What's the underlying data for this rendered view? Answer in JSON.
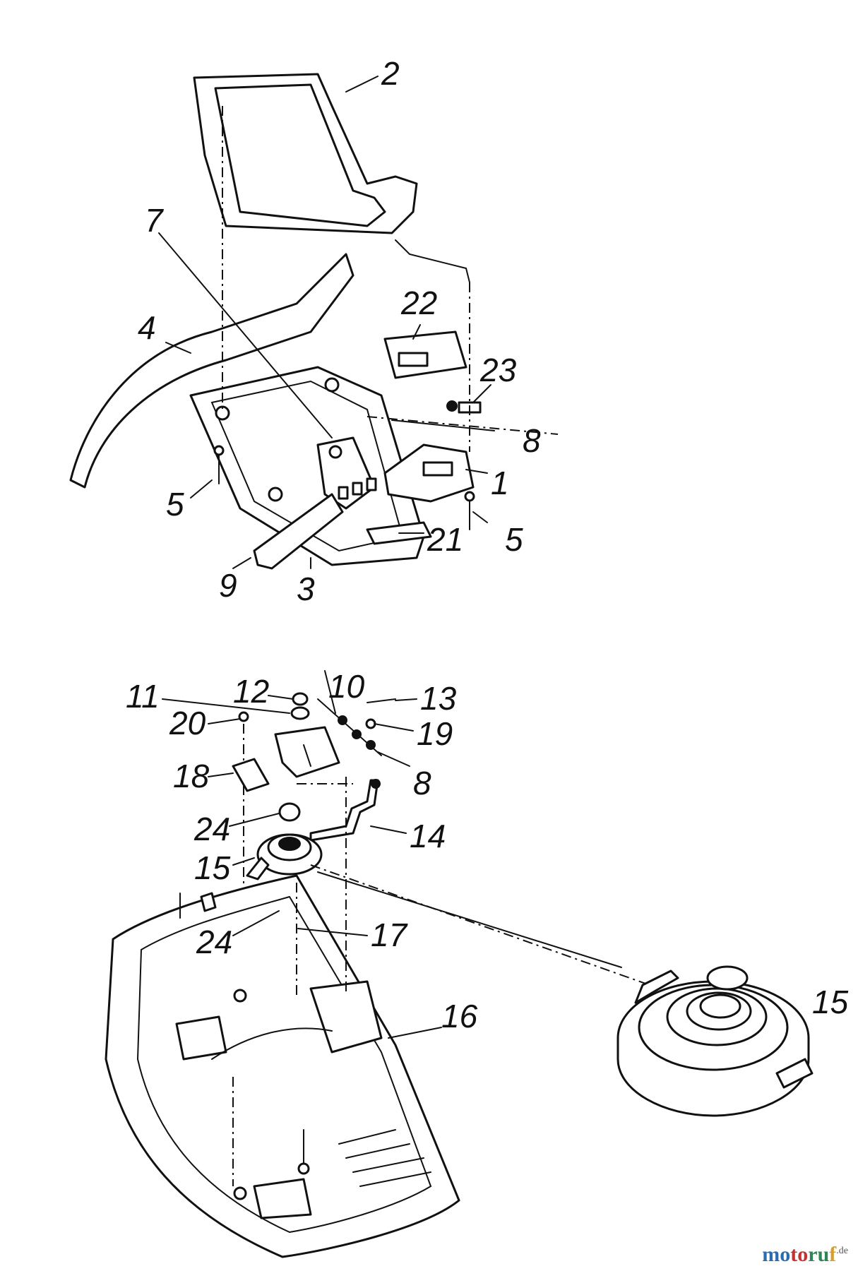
{
  "diagram": {
    "labels": [
      {
        "id": "l2",
        "text": "2"
      },
      {
        "id": "l7",
        "text": "7"
      },
      {
        "id": "l4",
        "text": "4"
      },
      {
        "id": "l22",
        "text": "22"
      },
      {
        "id": "l23",
        "text": "23"
      },
      {
        "id": "l8a",
        "text": "8"
      },
      {
        "id": "l1",
        "text": "1"
      },
      {
        "id": "l5a",
        "text": "5"
      },
      {
        "id": "l5b",
        "text": "5"
      },
      {
        "id": "l21",
        "text": "21"
      },
      {
        "id": "l9",
        "text": "9"
      },
      {
        "id": "l3",
        "text": "3"
      },
      {
        "id": "l11",
        "text": "11"
      },
      {
        "id": "l12",
        "text": "12"
      },
      {
        "id": "l10",
        "text": "10"
      },
      {
        "id": "l13",
        "text": "13"
      },
      {
        "id": "l20",
        "text": "20"
      },
      {
        "id": "l19",
        "text": "19"
      },
      {
        "id": "l18",
        "text": "18"
      },
      {
        "id": "l8b",
        "text": "8"
      },
      {
        "id": "l24a",
        "text": "24"
      },
      {
        "id": "l14",
        "text": "14"
      },
      {
        "id": "l15a",
        "text": "15"
      },
      {
        "id": "l24b",
        "text": "24"
      },
      {
        "id": "l17",
        "text": "17"
      },
      {
        "id": "l16",
        "text": "16"
      },
      {
        "id": "l15b",
        "text": "15"
      }
    ]
  },
  "brand": {
    "part1": "mo",
    "part2": "to",
    "part3": "ru",
    "part4": "f",
    "suffix": ".de"
  }
}
